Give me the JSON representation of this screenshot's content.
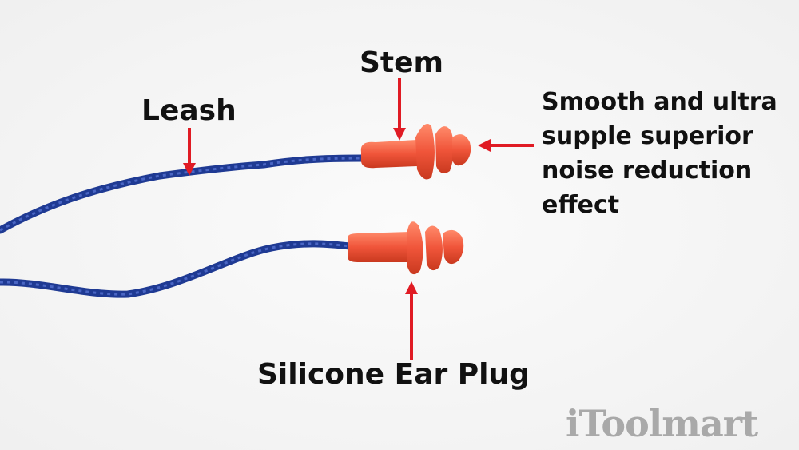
{
  "labels": {
    "stem": "Stem",
    "leash": "Leash",
    "smooth": "Smooth and ultra supple superior noise reduction effect",
    "plug": "Silicone Ear Plug"
  },
  "watermark": "iToolmart",
  "colors": {
    "cord": "#1f3a93",
    "plug": "#f0553a",
    "arrow": "#e01b24",
    "text": "#111111",
    "watermark": "#a9a9a9",
    "background": "#f7f7f7"
  }
}
